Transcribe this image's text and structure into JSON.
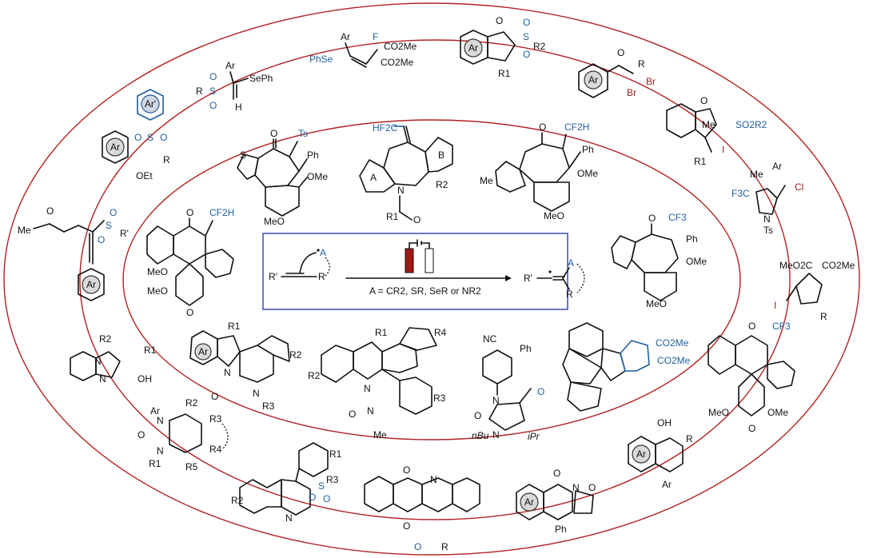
{
  "labels": {
    "ar": "Ar",
    "ar_prime": "Ar'",
    "a": "A",
    "b": "B",
    "o": "O",
    "n": "N",
    "s": "S",
    "i": "I",
    "ph": "Ph",
    "me": "Me",
    "ts": "Ts",
    "r": "R",
    "r_prime": "R'",
    "r1": "R1",
    "r2": "R2",
    "r3": "R3",
    "r4": "R4",
    "r5": "R5",
    "oh": "OH",
    "oet": "OEt",
    "ome": "OMe",
    "meo": "MeO",
    "cf3": "CF3",
    "cf2h": "CF2H",
    "hf2c": "HF2C",
    "co2me": "CO2Me",
    "meo2c": "MeO2C",
    "sephe": "SePh",
    "phse": "PhSe",
    "f": "F",
    "br": "Br",
    "cl": "Cl",
    "h": "H",
    "nbu": "nBu",
    "ipr": "iPr",
    "nc": "NC",
    "so2r2": "SO2R2",
    "f3c": "F3C"
  },
  "scheme": {
    "left_r": "R'",
    "left_r2": "R",
    "left_a": "A",
    "definition": "A = CR2, SR, SeR or NR2",
    "right_r": "R'",
    "right_a": "A",
    "right_r2": "R"
  },
  "colors": {
    "bond": "#111111",
    "accent_blue": "#1f5f9e",
    "accent_red": "#9b1c1c",
    "oval": "#b22222",
    "box": "#2c3fb0",
    "cathode": "#a31616"
  }
}
